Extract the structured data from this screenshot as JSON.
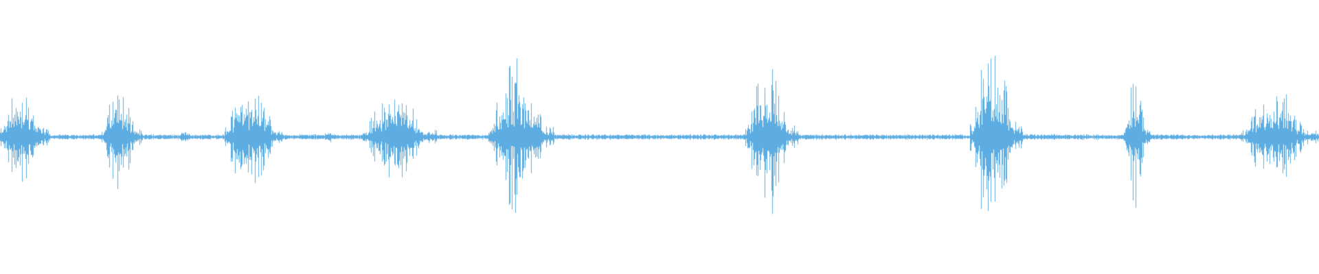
{
  "waveform": {
    "color": "#5dade2",
    "background": "#ffffff",
    "centerline_fraction": 0.5,
    "bursts": [
      {
        "start": 0.0,
        "end": 0.038,
        "peak": 0.4
      },
      {
        "start": 0.077,
        "end": 0.108,
        "peak": 0.36
      },
      {
        "start": 0.135,
        "end": 0.147,
        "peak": 0.06
      },
      {
        "start": 0.17,
        "end": 0.214,
        "peak": 0.42
      },
      {
        "start": 0.245,
        "end": 0.255,
        "peak": 0.05
      },
      {
        "start": 0.275,
        "end": 0.331,
        "peak": 0.32
      },
      {
        "start": 0.37,
        "end": 0.42,
        "peak": 0.5
      },
      {
        "start": 0.565,
        "end": 0.605,
        "peak": 0.52
      },
      {
        "start": 0.735,
        "end": 0.775,
        "peak": 0.66
      },
      {
        "start": 0.852,
        "end": 0.872,
        "peak": 0.44
      },
      {
        "start": 0.94,
        "end": 1.0,
        "peak": 0.32
      }
    ],
    "noise_floor": 0.012
  }
}
